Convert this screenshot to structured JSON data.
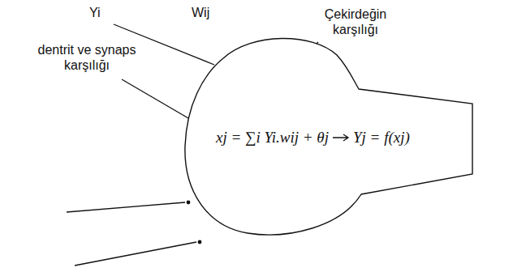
{
  "diagram": {
    "nodes": [
      {
        "text": [
          "xj = ∑i Yi.wij + θj",
          "Yj = f(xj)"
        ]
      }
    ],
    "labels": [
      "Yi",
      "Wij",
      "Çekirdeğin karşılığı",
      "dentrit ve synaps karşılığı"
    ]
  }
}
